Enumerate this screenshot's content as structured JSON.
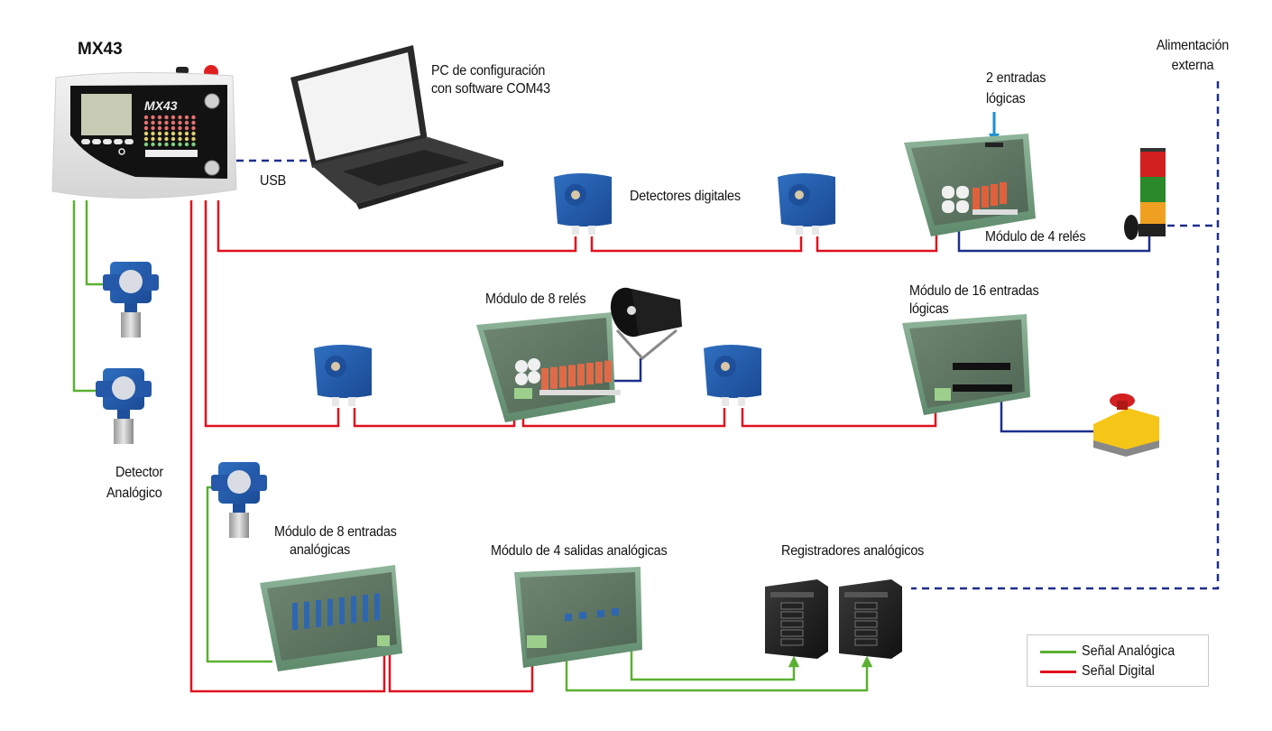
{
  "colors": {
    "analog_signal": "#5bb030",
    "digital_signal": "#e0101e",
    "relay_output": "#1c2f8c",
    "external_power": "#1c2f8c",
    "annotation_arrow": "#1a8fd0"
  },
  "title": "MX43",
  "labels": {
    "pc": [
      "PC de configuración",
      "con software COM43"
    ],
    "usb": "USB",
    "digital_detectors": "Detectores digitales",
    "two_logic_inputs": [
      "2 entradas",
      "lógicas"
    ],
    "relay4": "Módulo de 4 relés",
    "external_power": [
      "Alimentación",
      "externa"
    ],
    "relay8": "Módulo de 8 relés",
    "input16": [
      "Módulo de 16 entradas",
      "lógicas"
    ],
    "analog_detector": [
      "Detector",
      "Analógico"
    ],
    "analog_in8": [
      "Módulo de 8 entradas",
      "analógicas"
    ],
    "analog_out4": "Módulo de 4 salidas analógicas",
    "recorders": "Registradores analógicos"
  },
  "legend": {
    "items": [
      {
        "label": "Señal Analógica",
        "color": "#5bb030"
      },
      {
        "label": "Señal Digital",
        "color": "#e0101e"
      }
    ]
  },
  "devices": [
    {
      "id": "mx43",
      "name": "MX43 controller",
      "icon": "controller-icon"
    },
    {
      "id": "laptop",
      "name": "Configuration PC",
      "icon": "laptop-icon"
    },
    {
      "id": "digital-detector-1",
      "name": "Digital detector",
      "icon": "digital-detector-icon"
    },
    {
      "id": "digital-detector-2",
      "name": "Digital detector",
      "icon": "digital-detector-icon"
    },
    {
      "id": "digital-detector-3",
      "name": "Digital detector",
      "icon": "digital-detector-icon"
    },
    {
      "id": "digital-detector-4",
      "name": "Digital detector",
      "icon": "digital-detector-icon"
    },
    {
      "id": "relay-module-4",
      "name": "4-relay module",
      "icon": "relay-module-icon"
    },
    {
      "id": "relay-module-8",
      "name": "8-relay module",
      "icon": "relay-module-icon"
    },
    {
      "id": "input-module-16",
      "name": "16 logic inputs module",
      "icon": "input-module-icon"
    },
    {
      "id": "analog-input-module-8",
      "name": "8 analog inputs module",
      "icon": "analog-input-module-icon"
    },
    {
      "id": "analog-output-module-4",
      "name": "4 analog outputs module",
      "icon": "analog-output-module-icon"
    },
    {
      "id": "signal-tower",
      "name": "Signal tower light",
      "icon": "signal-tower-icon"
    },
    {
      "id": "siren",
      "name": "Horn / siren",
      "icon": "siren-icon"
    },
    {
      "id": "emergency-button",
      "name": "Emergency stop button",
      "icon": "emergency-stop-icon"
    },
    {
      "id": "analog-detector-1",
      "name": "Analog detector",
      "icon": "analog-detector-icon"
    },
    {
      "id": "analog-detector-2",
      "name": "Analog detector",
      "icon": "analog-detector-icon"
    },
    {
      "id": "analog-detector-3",
      "name": "Analog detector",
      "icon": "analog-detector-icon"
    },
    {
      "id": "recorder-1",
      "name": "Analog recorder",
      "icon": "recorder-icon"
    },
    {
      "id": "recorder-2",
      "name": "Analog recorder",
      "icon": "recorder-icon"
    }
  ]
}
